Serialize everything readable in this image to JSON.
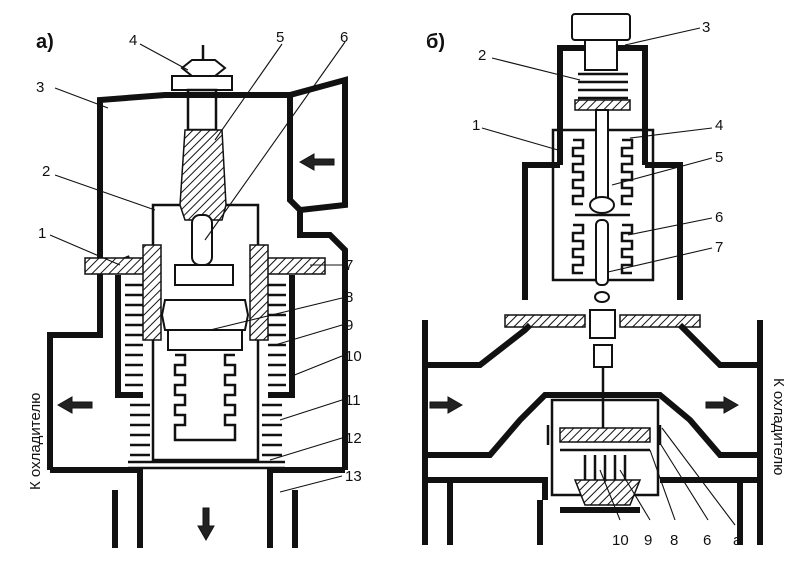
{
  "panels": {
    "a": {
      "letter": "а)",
      "labels": [
        "4",
        "5",
        "6",
        "3",
        "2",
        "1",
        "7",
        "8",
        "9",
        "10",
        "11",
        "12",
        "13"
      ],
      "side_text": "К охладителю"
    },
    "b": {
      "letter": "б)",
      "labels": [
        "3",
        "2",
        "1",
        "4",
        "5",
        "6",
        "7",
        "10",
        "9",
        "8",
        "6",
        "а"
      ],
      "side_text": "К охладителю"
    }
  }
}
